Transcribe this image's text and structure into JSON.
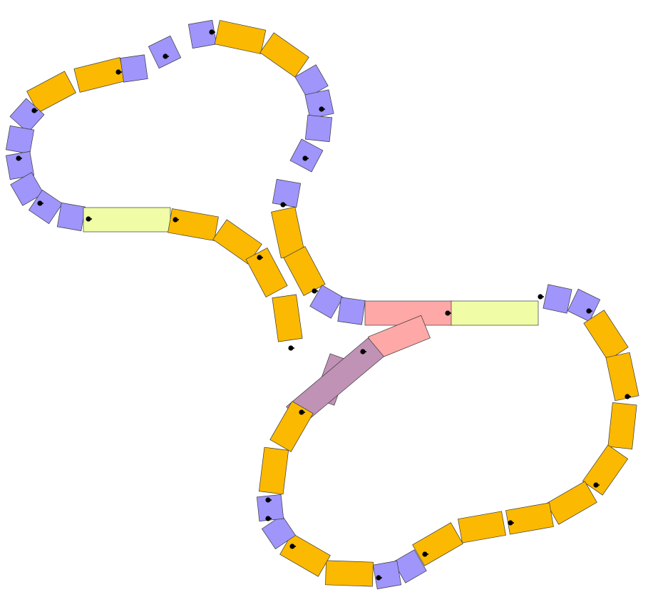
{
  "canvas": {
    "background": "#ffffff"
  },
  "colors": {
    "straight": "#fbb901",
    "curve": "#9f95fb",
    "long_straight": "#f0fda6",
    "switch": "#fea8a7",
    "switch_alt": "#c092b5",
    "outline": "#3a3a3a",
    "connector": "#000000"
  },
  "piece_kinds": {
    "straight": "straight-track-piece",
    "curve": "curved-track-piece",
    "long_straight": "long-straight-track-piece",
    "switch": "switch-track-piece",
    "switch_alt": "switch-branch-track-piece"
  },
  "layout": {
    "loops": 2,
    "description_visible": false
  }
}
